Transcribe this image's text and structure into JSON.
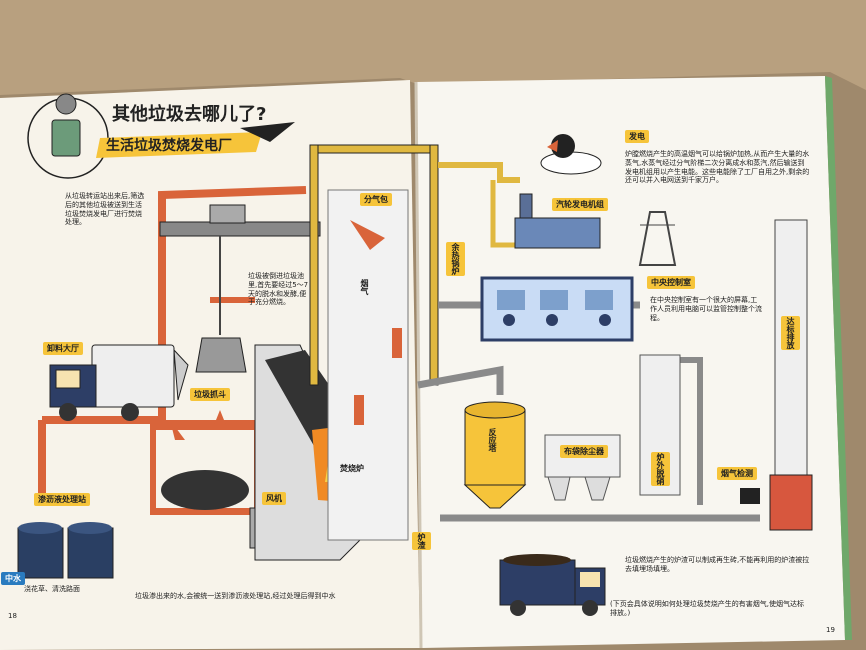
{
  "book": {
    "title": "其他垃圾去哪儿了?",
    "subtitle": "生活垃圾焚烧发电厂",
    "page_left": "18",
    "page_right": "19"
  },
  "texts": {
    "intro": "从垃圾转运站出来后,筛选后的其他垃圾被送到生活垃圾焚烧发电厂进行焚烧处理。",
    "pit": "垃圾被倒进垃圾池里,首先要经过5～7天的脱水和发酵,便于充分燃烧。",
    "power": "炉膛燃烧产生的高温烟气可以给锅炉加热,从而产生大量的水蒸气,水蒸气经过分气阶梯二次分离成水和蒸汽,然后输送到发电机组用以产生电能。这些电能除了工厂自用之外,剩余的还可以并入电网送到千家万户。",
    "control": "在中央控制室有一个很大的屏幕,工作人员利用电脑可以监管控制整个流程。",
    "slag": "垃圾燃烧产生的炉渣可以制成再生砖,不能再利用的炉渣被拉去填埋场填埋。",
    "leachate_note": "垃圾渗出来的水,会被统一送到渗沥液处理站,经过处理后得到中水",
    "gas_note": "(下页会具体说明如何处理垃圾焚烧产生的有害烟气,使烟气达标排放。)",
    "water_use": "浇花草、清洗路面"
  },
  "labels": {
    "unload": "卸料大厅",
    "grab": "垃圾抓斗",
    "leachate": "渗沥液处理站",
    "reclaimed": "中水",
    "fan": "风机",
    "furnace": "焚烧炉",
    "slag": "炉渣",
    "smoke": "烟气",
    "splitter": "分气包",
    "boiler": "余热锅炉",
    "power": "发电",
    "turbine": "汽轮发电机组",
    "control": "中央控制室",
    "reactor": "反应塔",
    "bag": "布袋除尘器",
    "denox": "炉外脱硝",
    "monitor": "烟气检测",
    "emission": "达标排放"
  },
  "colors": {
    "page": "#f7f3ea",
    "yellow": "#f6c43a",
    "orange_pipe": "#d9643a",
    "gray_pipe": "#9a9a9a",
    "truck_blue": "#2d3e66",
    "fire": "#f08a24",
    "chimney_red": "#d7573e"
  }
}
